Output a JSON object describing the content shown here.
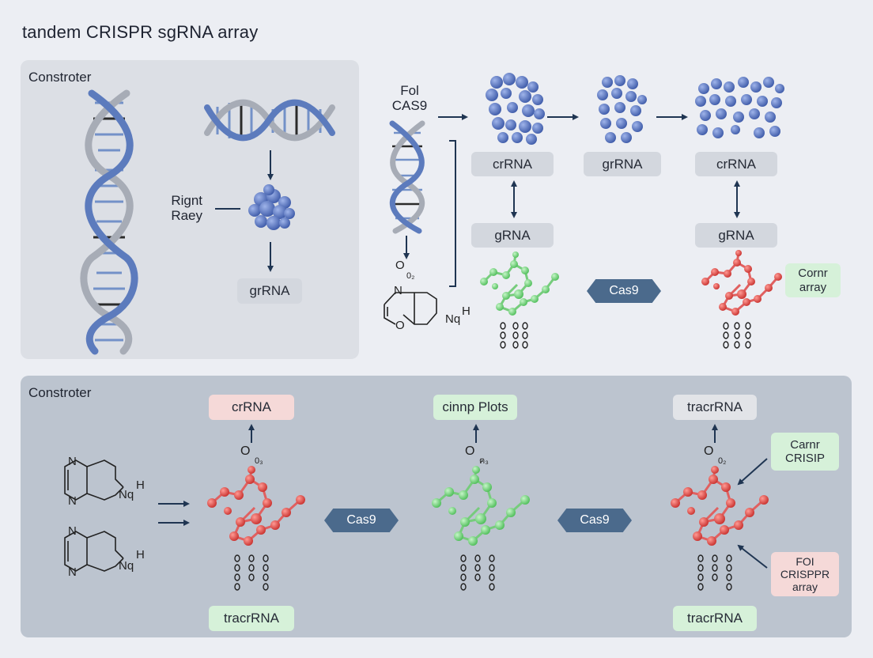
{
  "title": "tandem CRISPR sgRNA array",
  "top_panel": {
    "label": "Constroter",
    "side_label_line1": "Rignt",
    "side_label_line2": "Raey",
    "grna_label": "grRNA"
  },
  "top_right": {
    "label_line1": "Fol",
    "label_line2": "CAS9",
    "o_label": "O",
    "o_sub": "0₂",
    "ring_n": "N",
    "ring_nh": "Nq",
    "ring_h": "H",
    "ring_o": "O",
    "row1": [
      "crRNA",
      "grRNA",
      "crRNA"
    ],
    "row2": [
      "gRNA",
      "gRNA"
    ],
    "cas9_label": "Cas9",
    "corner_line1": "Cornr",
    "corner_line2": "array"
  },
  "bottom_panel": {
    "label": "Constroter",
    "ring_n": "N",
    "ring_nh": "Nq",
    "ring_h": "H",
    "top_pills": [
      "crRNA",
      "cinnp Plots",
      "tracrRNA"
    ],
    "o_labels": [
      "O",
      "O",
      "O"
    ],
    "o_subs": [
      "0₃",
      "ฅ₃",
      "0₂"
    ],
    "cas9_labels": [
      "Cas9",
      "Cas9"
    ],
    "bottom_pills": [
      "tracrRNA",
      "tracrRNA"
    ],
    "side_box1_line1": "Carnr",
    "side_box1_line2": "CRISIP",
    "side_box2_line1": "FOI",
    "side_box2_line2": "CRISPPR",
    "side_box2_line3": "array"
  },
  "colors": {
    "blue_atom": "#5a78c4",
    "green_atom": "#78d880",
    "red_atom": "#e05050",
    "arrow": "#1f3552",
    "hex_fill": "#4b6a8c"
  }
}
